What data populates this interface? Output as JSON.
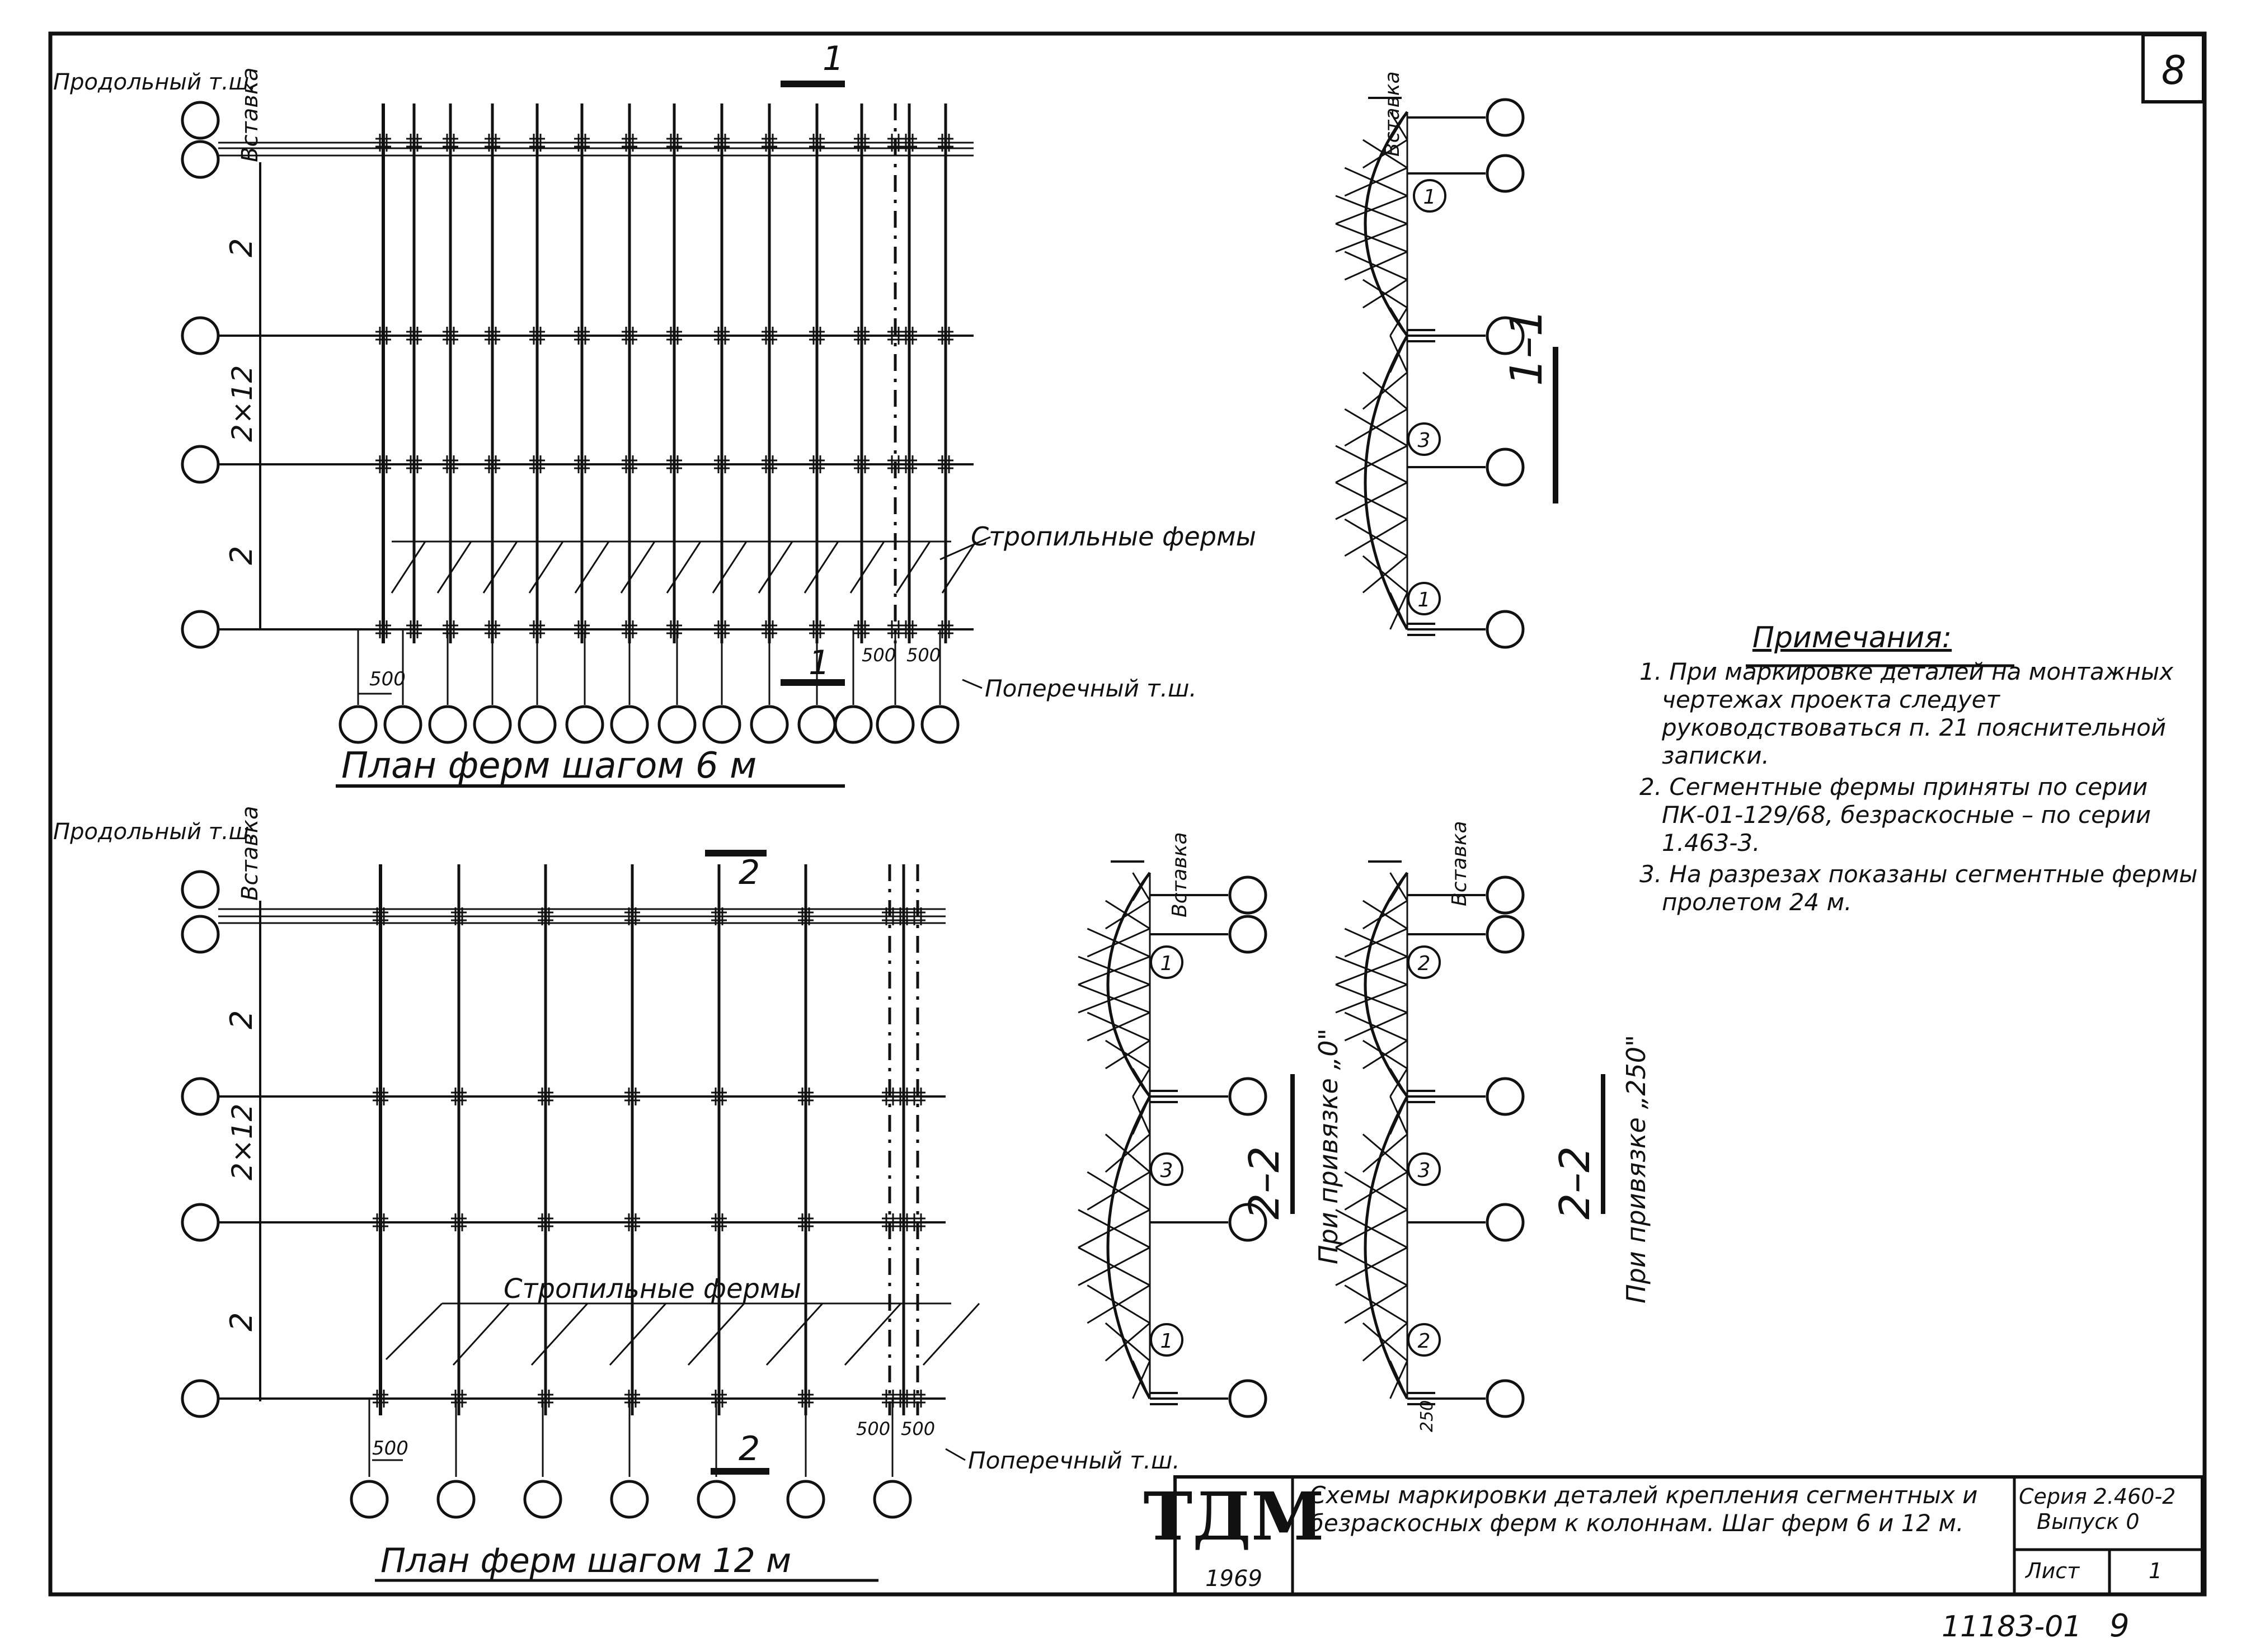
{
  "sheet_number": "8",
  "plan_6m": {
    "title": "План ферм шагом 6 м",
    "longitudinal_brace": "Продольный т.ш.",
    "insert_label": "Вставка",
    "transverse_brace": "Поперечный т.ш.",
    "rafter_trusses": "Стропильные фермы",
    "dim_500_left": "500",
    "dim_500_right_a": "500",
    "dim_500_right_b": "500",
    "section_mark": "1",
    "axis_labels": [
      "2",
      "2×12",
      "2"
    ]
  },
  "plan_12m": {
    "title": "План ферм шагом 12 м",
    "longitudinal_brace": "Продольный т.ш.",
    "insert_label": "Вставка",
    "transverse_brace": "Поперечный т.ш.",
    "rafter_trusses": "Стропильные фермы",
    "dim_500_left": "500",
    "dim_500_right_a": "500",
    "dim_500_right_b": "500",
    "section_mark": "2",
    "axis_labels": [
      "2",
      "2×12",
      "2"
    ]
  },
  "sections": {
    "s1": {
      "label": "1–1",
      "insert_label": "Вставка",
      "markers": [
        "1",
        "3",
        "1"
      ]
    },
    "s2a": {
      "label": "2–2",
      "caption": "При привязке „0\"",
      "insert_label": "Вставка",
      "markers": [
        "1",
        "3",
        "1"
      ]
    },
    "s2b": {
      "label": "2–2",
      "caption": "При привязке „250\"",
      "insert_label": "Вставка",
      "dim_250": "250",
      "markers": [
        "2",
        "3",
        "2"
      ]
    }
  },
  "notes": {
    "title": "Примечания:",
    "items": [
      "1. При маркировке деталей на монтажных чертежах проекта следует руководствоваться п. 21 пояснительной записки.",
      "2. Сегментные фермы приняты по серии ПК-01-129/68, безраскосные – по серии 1.463-3.",
      "3. На разрезах показаны сегментные фермы пролетом 24 м."
    ]
  },
  "title_block": {
    "logo": "ТДМ",
    "year": "1969",
    "description": "Схемы маркировки деталей крепления сегментных и безраскосных ферм к колоннам. Шаг ферм 6 и 12 м.",
    "series": "Серия 2.460-2",
    "issue": "Выпуск 0",
    "sheet_label": "Лист",
    "sheet_value": "1"
  },
  "drawing_number": "11183-01",
  "page_number": "9"
}
